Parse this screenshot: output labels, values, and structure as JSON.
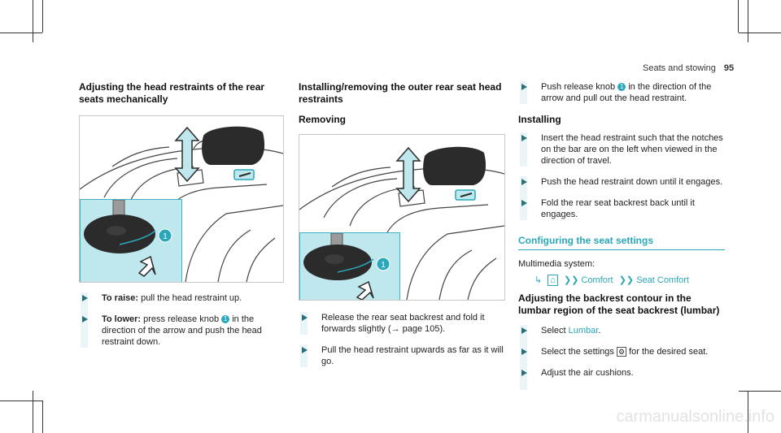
{
  "header": {
    "section": "Seats and stowing",
    "page": "95"
  },
  "col1": {
    "heading": "Adjusting the head restraints of the rear seats mechanically",
    "steps": [
      {
        "label": "To raise:",
        "text": " pull the head restraint up."
      },
      {
        "label": "To lower:",
        "text_before": " press release knob ",
        "text_after": " in the direction of the arrow and push the head restraint down.",
        "knob": "1"
      }
    ],
    "figure_callout": "1"
  },
  "col2": {
    "heading": "Installing/removing the outer rear seat head restraints",
    "subheading": "Removing",
    "figure_callout": "1",
    "steps": [
      "Release the rear seat backrest and fold it forwards slightly (→ page 105).",
      "Pull the head restraint upwards as far as it will go."
    ]
  },
  "col3": {
    "step_remove_before": "Push release knob ",
    "step_remove_after": " in the direction of the arrow and pull out the head restraint.",
    "knob": "1",
    "installing_heading": "Installing",
    "installing_steps": [
      "Insert the head restraint such that the notches on the bar are on the left when viewed in the direction of travel.",
      "Push the head restraint down until it engages.",
      "Fold the rear seat backrest back until it engages."
    ],
    "section_heading": "Configuring the seat settings",
    "multimedia_label": "Multimedia system:",
    "path": {
      "item1": "Comfort",
      "item2": "Seat Comfort"
    },
    "adjust_heading": "Adjusting the backrest contour in the lumbar region of the seat backrest (lumbar)",
    "adjust_steps": {
      "select_before": "Select ",
      "select_link": "Lumbar",
      "select_after": ".",
      "settings_before": "Select the settings ",
      "settings_after": " for the desired seat.",
      "adjust_air": "Adjust the air cushions."
    }
  },
  "watermark": "carmanualsonline.info",
  "colors": {
    "accent": "#2aa7b9",
    "inset_bg": "#bfe8ee",
    "headrest": "#2b2b2b"
  }
}
